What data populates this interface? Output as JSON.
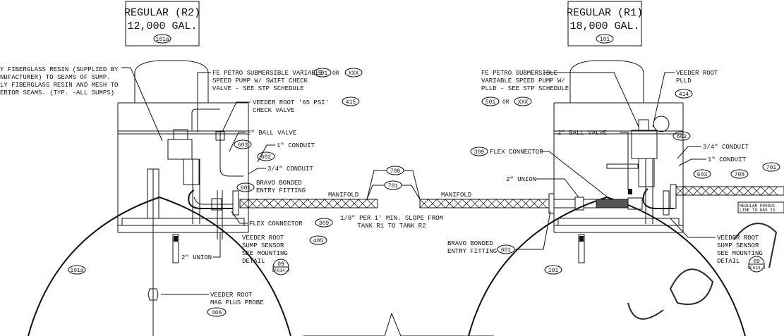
{
  "left_tank": {
    "title": "REGULAR (R2)",
    "capacity": "12,000 GAL.",
    "tag": "101a",
    "dome_tag": "101a"
  },
  "right_tank": {
    "title": "REGULAR (R1)",
    "capacity": "18,000 GAL.",
    "tag": "101",
    "dome_tag": "101"
  },
  "left_notes": {
    "sump_note": [
      "Y FIBERGLASS RESIN  (SUPPLIED BY",
      "NUFACTURER) TO SEAMS OF SUMP.",
      "LY FIBERGLASS RESIN AND MESH TO",
      "ERIOR SEAMS. (TYP. -ALL SUMPS)"
    ],
    "pump": [
      "FE PETRO SUBMERSIBLE VARIABLE",
      "SPEED PUMP W/ SWIFT CHECK",
      "VALVE - SEE STP SCHEDULE"
    ],
    "pump_tag_a": "501",
    "pump_or": "OR",
    "pump_tag_b": "XXX",
    "check_valve": [
      "VEEDER ROOT '65 PSI'",
      "CHECK VALVE"
    ],
    "check_valve_tag": "415",
    "ball_valve": "2\" BALL VALVE",
    "ball_valve_tag": "603",
    "conduit_1": "1\" CONDUIT",
    "conduit_1_tag": "602",
    "conduit_34": "3/4\" CONDUIT",
    "entry_fitting": [
      "BRAVO BONDED",
      "ENTRY FITTING"
    ],
    "entry_fitting_tag": "601",
    "flex_connector": "FLEX CONNECTOR",
    "flex_connector_tag": "309",
    "sump_sensor": [
      "VEEDER ROOT",
      "SUMP SENSOR",
      "SEE MOUNTING",
      "DETAIL"
    ],
    "sump_sensor_tag": "405",
    "detail_num": "09",
    "detail_sheet": "GF614.4",
    "union": "2\" UNION",
    "probe": [
      "VEEDER ROOT",
      "MAG PLUS PROBE"
    ],
    "probe_tag": "406"
  },
  "middle": {
    "tag_708": "708",
    "tag_701": "701",
    "manifold_left": "MANIFOLD",
    "manifold_right": "MANIFOLD",
    "slope_note": [
      "1/8\" PER 1' MIN. SLOPE FROM",
      "TANK R1 TO TANK R2"
    ]
  },
  "right_notes": {
    "pump": [
      "FE PETRO SUBMERSIBLE",
      "VARIABLE SPEED PUMP W/",
      "PLLD - SEE STP SCHEDULE"
    ],
    "pump_tag_a": "501",
    "pump_or": "OR",
    "pump_tag_b": "XXX",
    "plld": [
      "VEEDER ROOT",
      "PLLD"
    ],
    "plld_tag": "414",
    "ball_valve": "2\" BALL VALVE",
    "flex_connector": "FLEX CONNECTOR",
    "flex_connector_tag": "309",
    "union": "2\" UNION",
    "conduit_tag": "602",
    "conduit_34": "3/4\" CONDUIT",
    "conduit_1": "1\" CONDUIT",
    "conduit_1_tag": "603",
    "tag_708": "708",
    "tag_701": "701",
    "entry_fitting": [
      "BRAVO BONDED",
      "ENTRY FITTING"
    ],
    "entry_fitting_tag": "601",
    "product_line": [
      "REGULAR PRODUC",
      "LINE TO GAS IS"
    ],
    "sump_sensor": [
      "VEEDER ROOT",
      "SUMP SENSOR",
      "SEE MOUNTING",
      "DETAIL"
    ],
    "detail_num": "09",
    "detail_sheet": "GF614.4"
  }
}
